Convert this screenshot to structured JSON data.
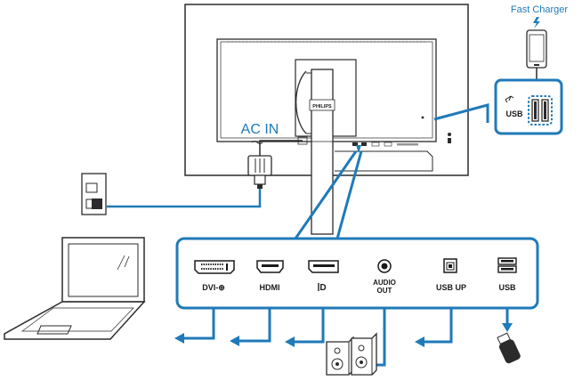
{
  "labels": {
    "fast_charger": "Fast Charger",
    "ac_in": "AC IN",
    "usb_side": "USB",
    "brand": "PHILIPS"
  },
  "ports": [
    {
      "id": "dvi",
      "label": "DVI-⊕"
    },
    {
      "id": "hdmi",
      "label": "HDMI"
    },
    {
      "id": "dp",
      "label": "D"
    },
    {
      "id": "audio",
      "label": "AUDIO",
      "label2": "OUT"
    },
    {
      "id": "usbup",
      "label": "USB UP"
    },
    {
      "id": "usb",
      "label": "USB"
    }
  ],
  "colors": {
    "accent": "#1f7ab8",
    "line": "#2b2b2b",
    "panel_fill": "#ffffff"
  },
  "icons": [
    "bolt-icon",
    "smartphone-icon",
    "wall-outlet-icon",
    "power-plug-icon",
    "laptop-icon",
    "speakers-icon",
    "usb-flash-drive-icon",
    "usb-charge-icon",
    "dvi-port-icon",
    "hdmi-port-icon",
    "displayport-icon",
    "audio-jack-icon",
    "usb-b-port-icon",
    "usb-a-port-icon"
  ]
}
